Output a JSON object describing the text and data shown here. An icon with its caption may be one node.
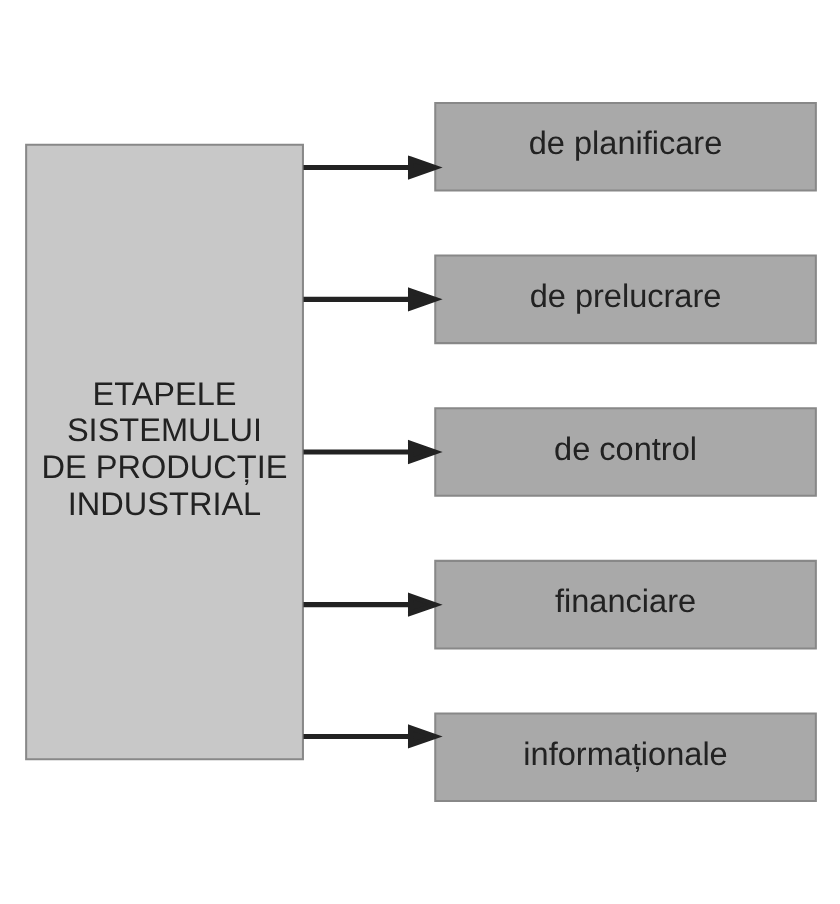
{
  "diagram": {
    "nodes": [
      {
        "text": [
          "ETAPELE SISTEMULUI DE PRODUCȚIE INDUSTRIAL"
        ]
      },
      {
        "text": [
          "de planificare"
        ]
      },
      {
        "text": [
          "de prelucrare"
        ]
      },
      {
        "text": [
          "de control"
        ]
      },
      {
        "text": [
          "financiare"
        ]
      },
      {
        "text": [
          "informaționale"
        ]
      }
    ],
    "edges": [
      {
        "from": 0,
        "to": 1,
        "arrow": "to"
      },
      {
        "from": 0,
        "to": 2,
        "arrow": "to"
      },
      {
        "from": 0,
        "to": 3,
        "arrow": "to"
      },
      {
        "from": 0,
        "to": 4,
        "arrow": "to"
      },
      {
        "from": 0,
        "to": 5,
        "arrow": "to"
      }
    ]
  }
}
